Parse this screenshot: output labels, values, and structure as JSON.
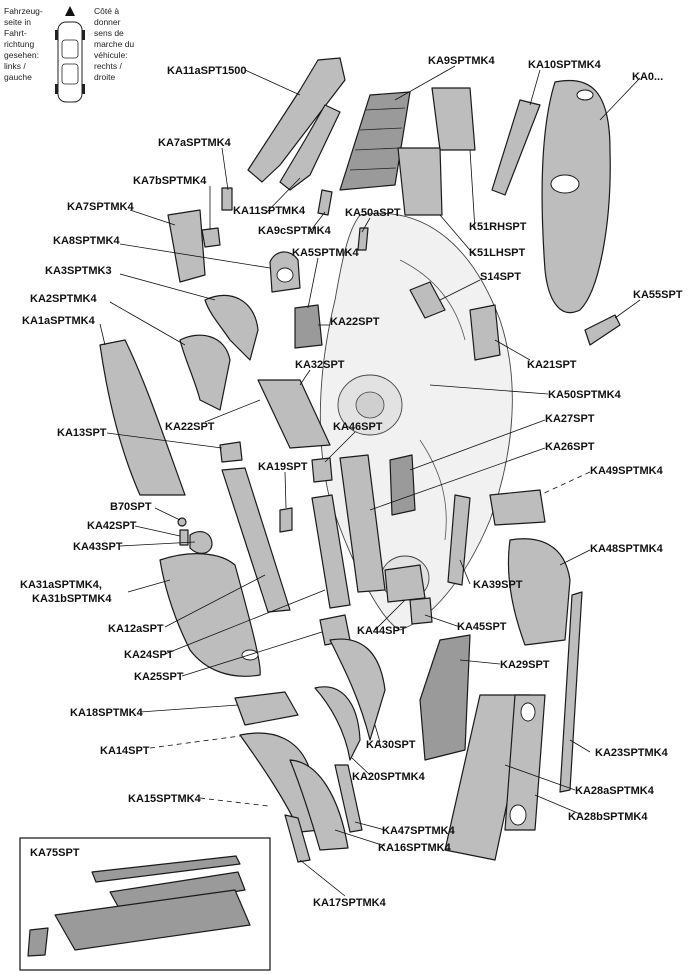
{
  "legend": {
    "left": [
      "Fahrzeug-",
      "seite in",
      "Fahrt-",
      "richtung",
      "gesehen:",
      "",
      "links /",
      "gauche"
    ],
    "right": [
      "Côté à",
      "donner",
      "sens de",
      "marche du",
      "véhicule:",
      "",
      "rechts /",
      "droite"
    ]
  },
  "inset_title": "KA75SPT",
  "labels": {
    "ka11aspt1500": "KA11aSPT1500",
    "ka9sptmk4": "KA9SPTMK4",
    "ka10sptmk4": "KA10SPTMK4",
    "ka0": "KA0...",
    "ka7asptmk4": "KA7aSPTMK4",
    "ka7bsptmk4": "KA7bSPTMK4",
    "ka7sptmk4": "KA7SPTMK4",
    "ka11sptmk4": "KA11SPTMK4",
    "ka9csptmk4": "KA9cSPTMK4",
    "ka50aspt": "KA50aSPT",
    "k51rhspt": "K51RHSPT",
    "ka8sptmk4": "KA8SPTMK4",
    "ka5sptmk4": "KA5SPTMK4",
    "k51lhspt": "K51LHSPT",
    "ka3sptmk3": "KA3SPTMK3",
    "s14spt": "S14SPT",
    "ka2sptmk4": "KA2SPTMK4",
    "ka55spt": "KA55SPT",
    "ka1asptmk4": "KA1aSPTMK4",
    "ka22spt_a": "KA22SPT",
    "ka32spt": "KA32SPT",
    "ka21spt": "KA21SPT",
    "ka50sptmk4": "KA50SPTMK4",
    "ka22spt_b": "KA22SPT",
    "ka46spt": "KA46SPT",
    "ka27spt": "KA27SPT",
    "ka13spt": "KA13SPT",
    "ka26spt": "KA26SPT",
    "ka19spt": "KA19SPT",
    "ka49sptmk4": "KA49SPTMK4",
    "b70spt": "B70SPT",
    "ka42spt": "KA42SPT",
    "ka43spt": "KA43SPT",
    "ka48sptmk4": "KA48SPTMK4",
    "ka31asptmk4": "KA31aSPTMK4,",
    "ka31bsptmk4": "KA31bSPTMK4",
    "ka39spt": "KA39SPT",
    "ka12aspt": "KA12aSPT",
    "ka44spt": "KA44SPT",
    "ka45spt": "KA45SPT",
    "ka24spt": "KA24SPT",
    "ka29spt": "KA29SPT",
    "ka25spt": "KA25SPT",
    "ka18sptmk4": "KA18SPTMK4",
    "ka30spt": "KA30SPT",
    "ka14spt": "KA14SPT",
    "ka23sptmk4": "KA23SPTMK4",
    "ka20sptmk4": "KA20SPTMK4",
    "ka28asptmk4": "KA28aSPTMK4",
    "ka15sptmk4": "KA15SPTMK4",
    "ka28bsptmk4": "KA28bSPTMK4",
    "ka47sptmk4": "KA47SPTMK4",
    "ka16sptmk4": "KA16SPTMK4",
    "ka17sptmk4": "KA17SPTMK4"
  }
}
